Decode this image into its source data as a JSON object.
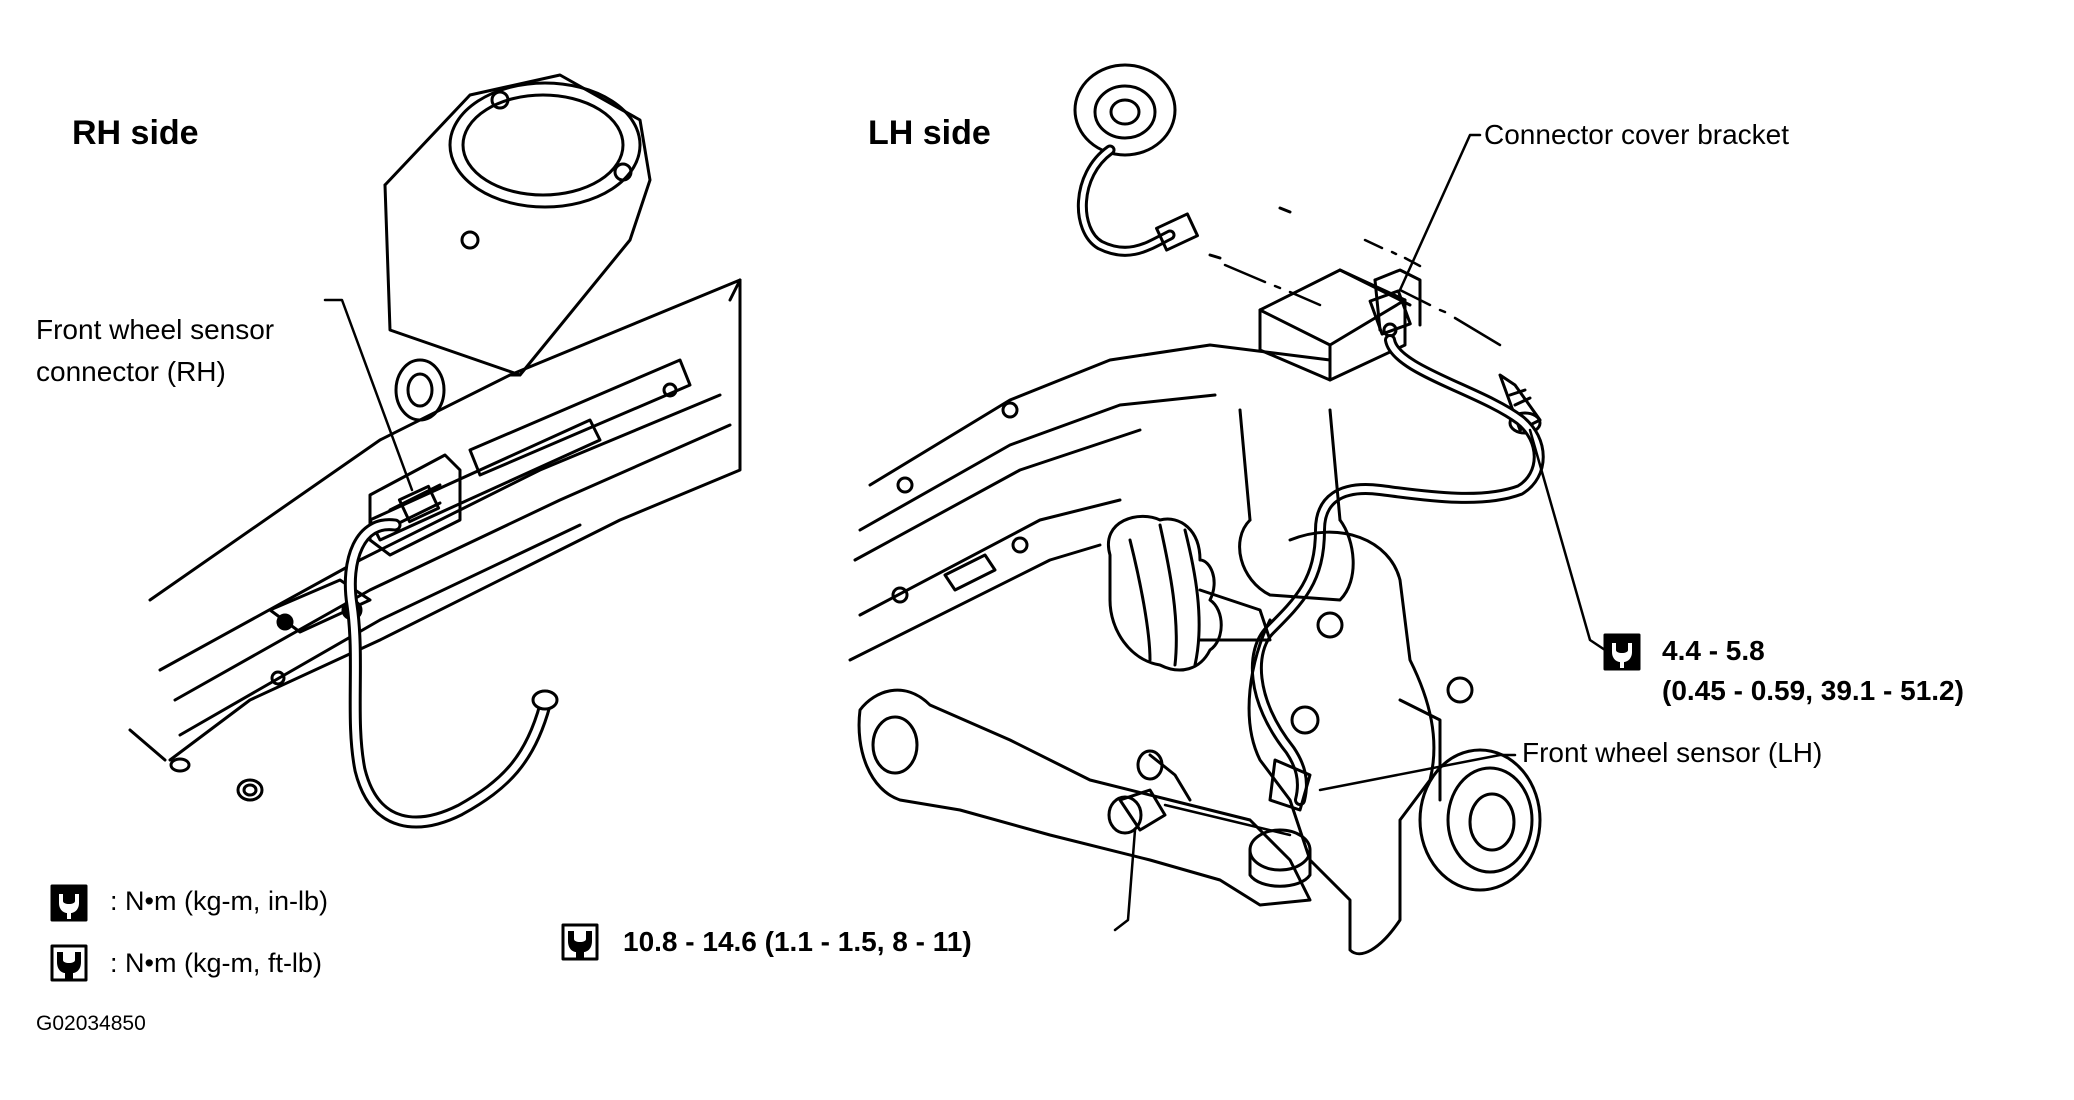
{
  "figure": {
    "rh_title": "RH side",
    "lh_title": "LH side",
    "figure_code": "G02034850"
  },
  "callouts": {
    "rh_connector_line1": "Front wheel sensor",
    "rh_connector_line2": "connector (RH)",
    "connector_cover_bracket": "Connector cover bracket",
    "front_wheel_sensor_lh": "Front wheel sensor (LH)"
  },
  "torques": {
    "bracket_bolt_line1": "4.4 - 5.8",
    "bracket_bolt_line2": "(0.45 - 0.59, 39.1 - 51.2)",
    "sensor_bolt": "10.8 - 14.6 (1.1 - 1.5, 8 - 11)"
  },
  "legend": {
    "filled_wrench": ": N•m (kg-m, in-lb)",
    "outline_wrench": ": N•m (kg-m, ft-lb)"
  }
}
